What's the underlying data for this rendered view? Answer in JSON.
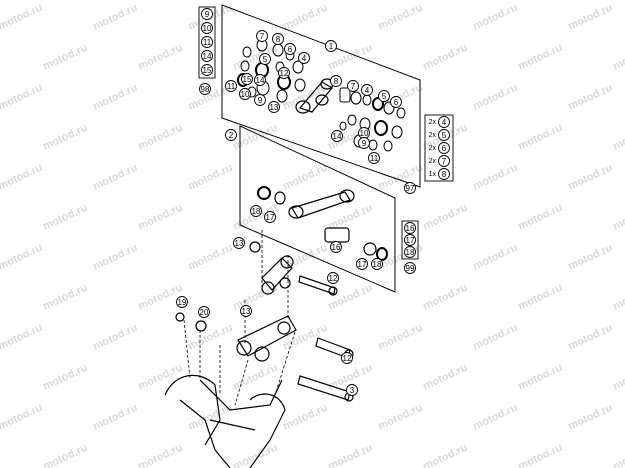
{
  "watermark": "motod.ru",
  "callouts": {
    "c1": "1",
    "c2": "2",
    "c3": "3",
    "c4": "4",
    "c5": "5",
    "c6": "6",
    "c7": "7",
    "c8": "8",
    "c9": "9",
    "c10": "10",
    "c11": "11",
    "c12": "12",
    "c13": "13",
    "c14": "14",
    "c15": "15",
    "c16": "16",
    "c17": "17",
    "c18": "18",
    "c19": "19",
    "c20": "20",
    "c97": "97",
    "c98": "98",
    "c99": "99"
  },
  "left_box": [
    "9",
    "10",
    "11",
    "14",
    "15"
  ],
  "left_box_ref": "98",
  "right_top_box": [
    {
      "qty": "2x",
      "num": "4"
    },
    {
      "qty": "2x",
      "num": "5"
    },
    {
      "qty": "2x",
      "num": "6"
    },
    {
      "qty": "2x",
      "num": "7"
    },
    {
      "qty": "1x",
      "num": "8"
    }
  ],
  "right_top_ref": "97",
  "right_bottom_box": [
    "16",
    "17",
    "18"
  ],
  "right_bottom_ref": "99"
}
